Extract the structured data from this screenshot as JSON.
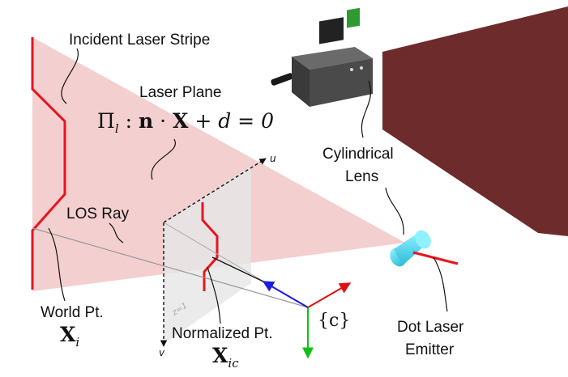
{
  "labels": {
    "incident_stripe": "Incident Laser Stripe",
    "laser_plane": "Laser Plane",
    "plane_eq": {
      "symbol": "Π",
      "subscript": "l",
      "rest_prefix": " : ",
      "normal": "n",
      "dot": " · ",
      "point": "X",
      "tail": " + d = 0"
    },
    "cylindrical_lens_line1": "Cylindrical",
    "cylindrical_lens_line2": "Lens",
    "los_ray": "LOS Ray",
    "world_pt_line1": "World Pt.",
    "world_pt_symbol": "X",
    "world_pt_sub": "i",
    "normalized_pt_line1": "Normalized Pt.",
    "normalized_pt_symbol": "X",
    "normalized_pt_sub": "ic",
    "camera_frame": "{c}",
    "dot_laser_line1": "Dot Laser",
    "dot_laser_line2": "Emitter",
    "axis_u": "u",
    "axis_v": "v",
    "z_plane": "z=1"
  },
  "colors": {
    "laser_plane_fill": "#f2cccc",
    "laser_red": "#e8141e",
    "target_wall": "#6e2b2b",
    "lens_cyan": "#4fd8f0",
    "image_plane": "#e8e8e8",
    "axis_x": "#e01010",
    "axis_y": "#10c010",
    "axis_z": "#1a1ae0"
  }
}
